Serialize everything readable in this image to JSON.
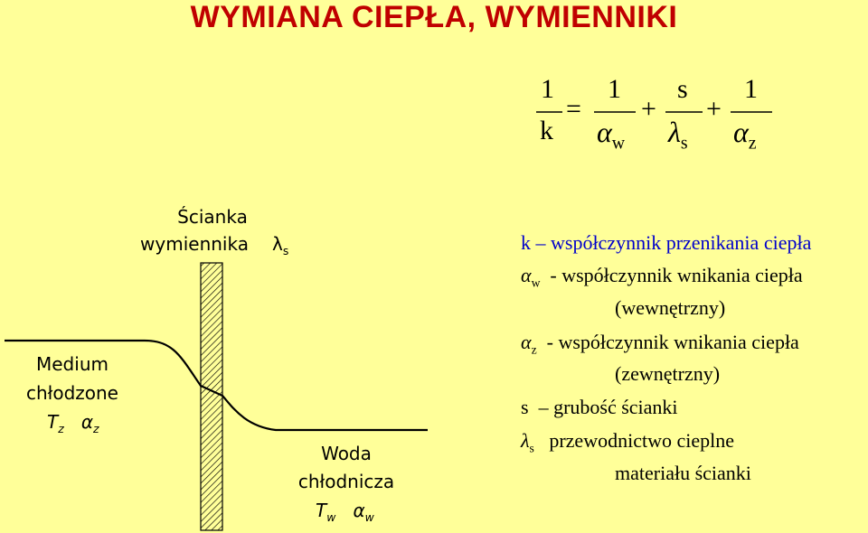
{
  "title": "WYMIANA CIEPŁA, WYMIENNIKI",
  "formula": {
    "lhs_num": "1",
    "lhs_den": "k",
    "equals": "=",
    "t1_num": "1",
    "t1_den": "α",
    "t1_den_sub": "w",
    "plus1": "+",
    "t2_num": "s",
    "t2_den": "λ",
    "t2_den_sub": "s",
    "plus2": "+",
    "t3_num": "1",
    "t3_den": "α",
    "t3_den_sub": "z"
  },
  "wall": {
    "label_line1": "Ścianka",
    "label_line2": "wymiennika",
    "lambda": "λ",
    "lambda_sub": "s"
  },
  "left_medium": {
    "line1": "Medium",
    "line2": "chłodzone",
    "T": "T",
    "T_sub": "z",
    "alpha": "α",
    "alpha_sub": "z"
  },
  "right_medium": {
    "line1": "Woda",
    "line2": "chłodnicza",
    "T": "T",
    "T_sub": "w",
    "alpha": "α",
    "alpha_sub": "w"
  },
  "legend": {
    "k_sym": "k",
    "k_text": "– współczynnik przenikania ciepła",
    "aw_sym": "α",
    "aw_sub": "w",
    "aw_text": "- współczynnik wnikania ciepła",
    "aw_text2": "(wewnętrzny)",
    "az_sym": "α",
    "az_sub": "z",
    "az_text": "- współczynnik wnikania ciepła",
    "az_text2": "(zewnętrzny)",
    "s_sym": "s",
    "s_text": "– grubość ścianki",
    "ls_sym": "λ",
    "ls_sub": "s",
    "ls_text": "przewodnictwo cieplne",
    "ls_text2": "materiału ścianki"
  },
  "colors": {
    "background": "#FFFF99",
    "title": "#C00000",
    "k_definition": "#0000CC"
  }
}
